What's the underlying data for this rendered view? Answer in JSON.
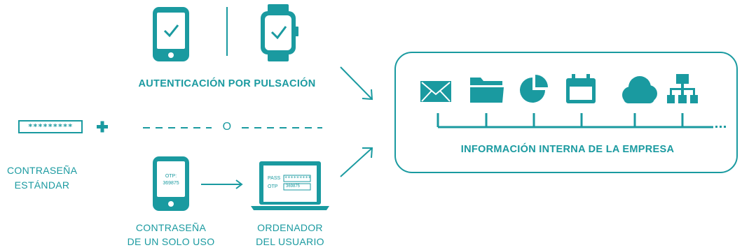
{
  "colors": {
    "accent": "#1a9aa0"
  },
  "push_auth": {
    "label": "AUTENTICACIÓN POR PULSACIÓN",
    "icons": [
      "smartphone-check-icon",
      "smartwatch-check-icon"
    ]
  },
  "password": {
    "mask": "*********",
    "label_line1": "CONTRASEÑA",
    "label_line2": "ESTÁNDAR"
  },
  "separator": {
    "or_text": "O"
  },
  "otp": {
    "phone_label": "OTP:",
    "phone_code": "369875",
    "label_line1": "CONTRASEÑA",
    "label_line2": "DE UN SOLO USO"
  },
  "laptop": {
    "pass_label": "PASS",
    "pass_mask": "*********",
    "otp_label": "OTP",
    "otp_value": "369875",
    "label_line1": "ORDENADOR",
    "label_line2": "DEL USUARIO"
  },
  "company_info": {
    "label": "INFORMACIÓN INTERNA DE LA EMPRESA",
    "icons": [
      "mail-icon",
      "folder-icon",
      "pie-chart-icon",
      "calendar-icon",
      "cloud-icon",
      "network-icon"
    ]
  }
}
